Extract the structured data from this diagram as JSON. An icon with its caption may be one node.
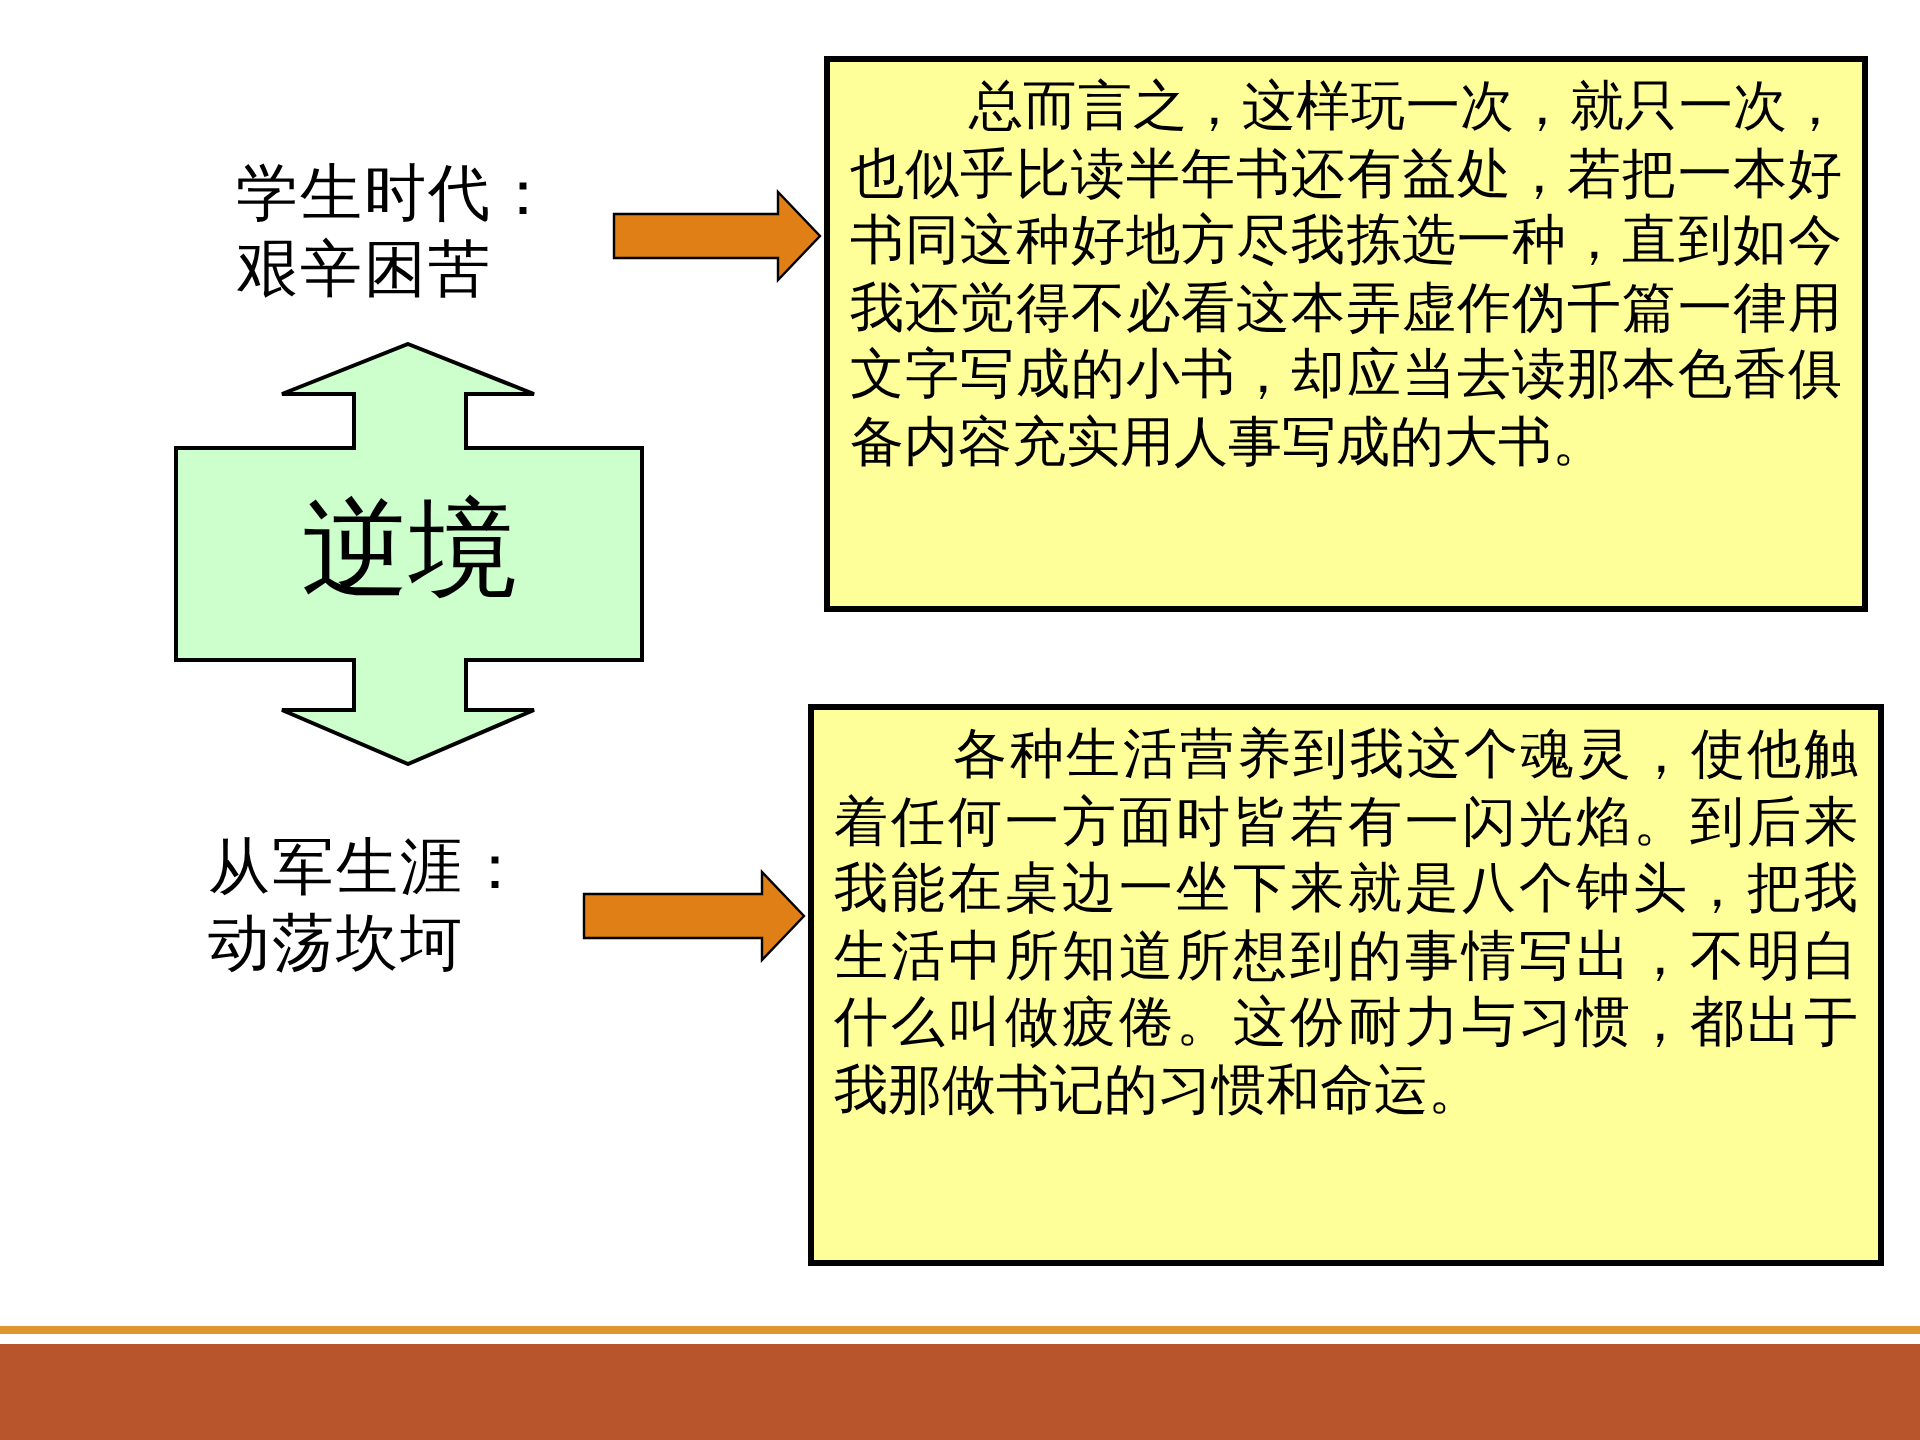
{
  "diagram": {
    "nodes": [
      {
        "text": [
          "学生时代：艰辛困苦"
        ]
      },
      {
        "text": [
          "总而言之，这样玩一次，就只一次，也似乎比读半年书还有益处，若把一本好书同这种好地方尽我拣选一种，直到如今我还觉得不必看这本弄虚作伪千篇一律用文字写成的小书，却应当去读那本色香俱备内容充实用人事写成的大书。"
        ]
      },
      {
        "text": [
          "逆境"
        ]
      },
      {
        "text": [
          "从军生涯：动荡坎坷"
        ]
      },
      {
        "text": [
          "各种生活营养到我这个魂灵，使他触着任何一方面时皆若有一闪光焰。到后来我能在桌边一坐下来就是八个钟头，把我生活中所知道所想到的事情写出，不明白什么叫做疲倦。这份耐力与习惯，都出于我那做书记的习惯和命运。"
        ]
      }
    ],
    "edges": [
      {
        "from": 0,
        "to": 1,
        "arrow": "to"
      },
      {
        "from": 3,
        "to": 4,
        "arrow": "to"
      }
    ]
  }
}
